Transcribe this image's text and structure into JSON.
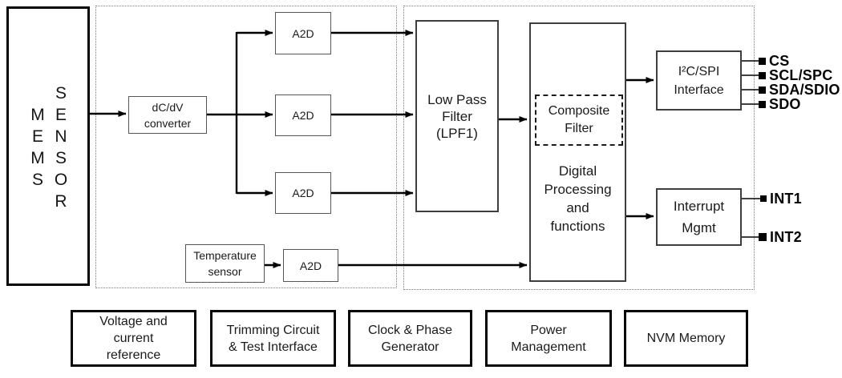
{
  "diagram": {
    "mems_sensor": {
      "col1": "MEMS",
      "col2": "SENSOR"
    },
    "dcdv_converter": "dC/dV\nconverter",
    "a2d": "A2D",
    "temperature_sensor": "Temperature\nsensor",
    "low_pass_filter": "Low Pass\nFilter\n(LPF1)",
    "composite_filter": "Composite\nFilter",
    "digital_processing": "Digital\nProcessing\nand\nfunctions",
    "i2c_spi_interface": "I²C/SPI\nInterface",
    "interrupt_mgmt": "Interrupt\nMgmt",
    "pins_spi": [
      "CS",
      "SCL/SPC",
      "SDA/SDIO",
      "SDO"
    ],
    "pins_int": [
      "INT1",
      "INT2"
    ],
    "bottom_row": [
      "Voltage and\ncurrent\nreference",
      "Trimming Circuit\n& Test Interface",
      "Clock & Phase\nGenerator",
      "Power\nManagement",
      "NVM Memory"
    ]
  }
}
